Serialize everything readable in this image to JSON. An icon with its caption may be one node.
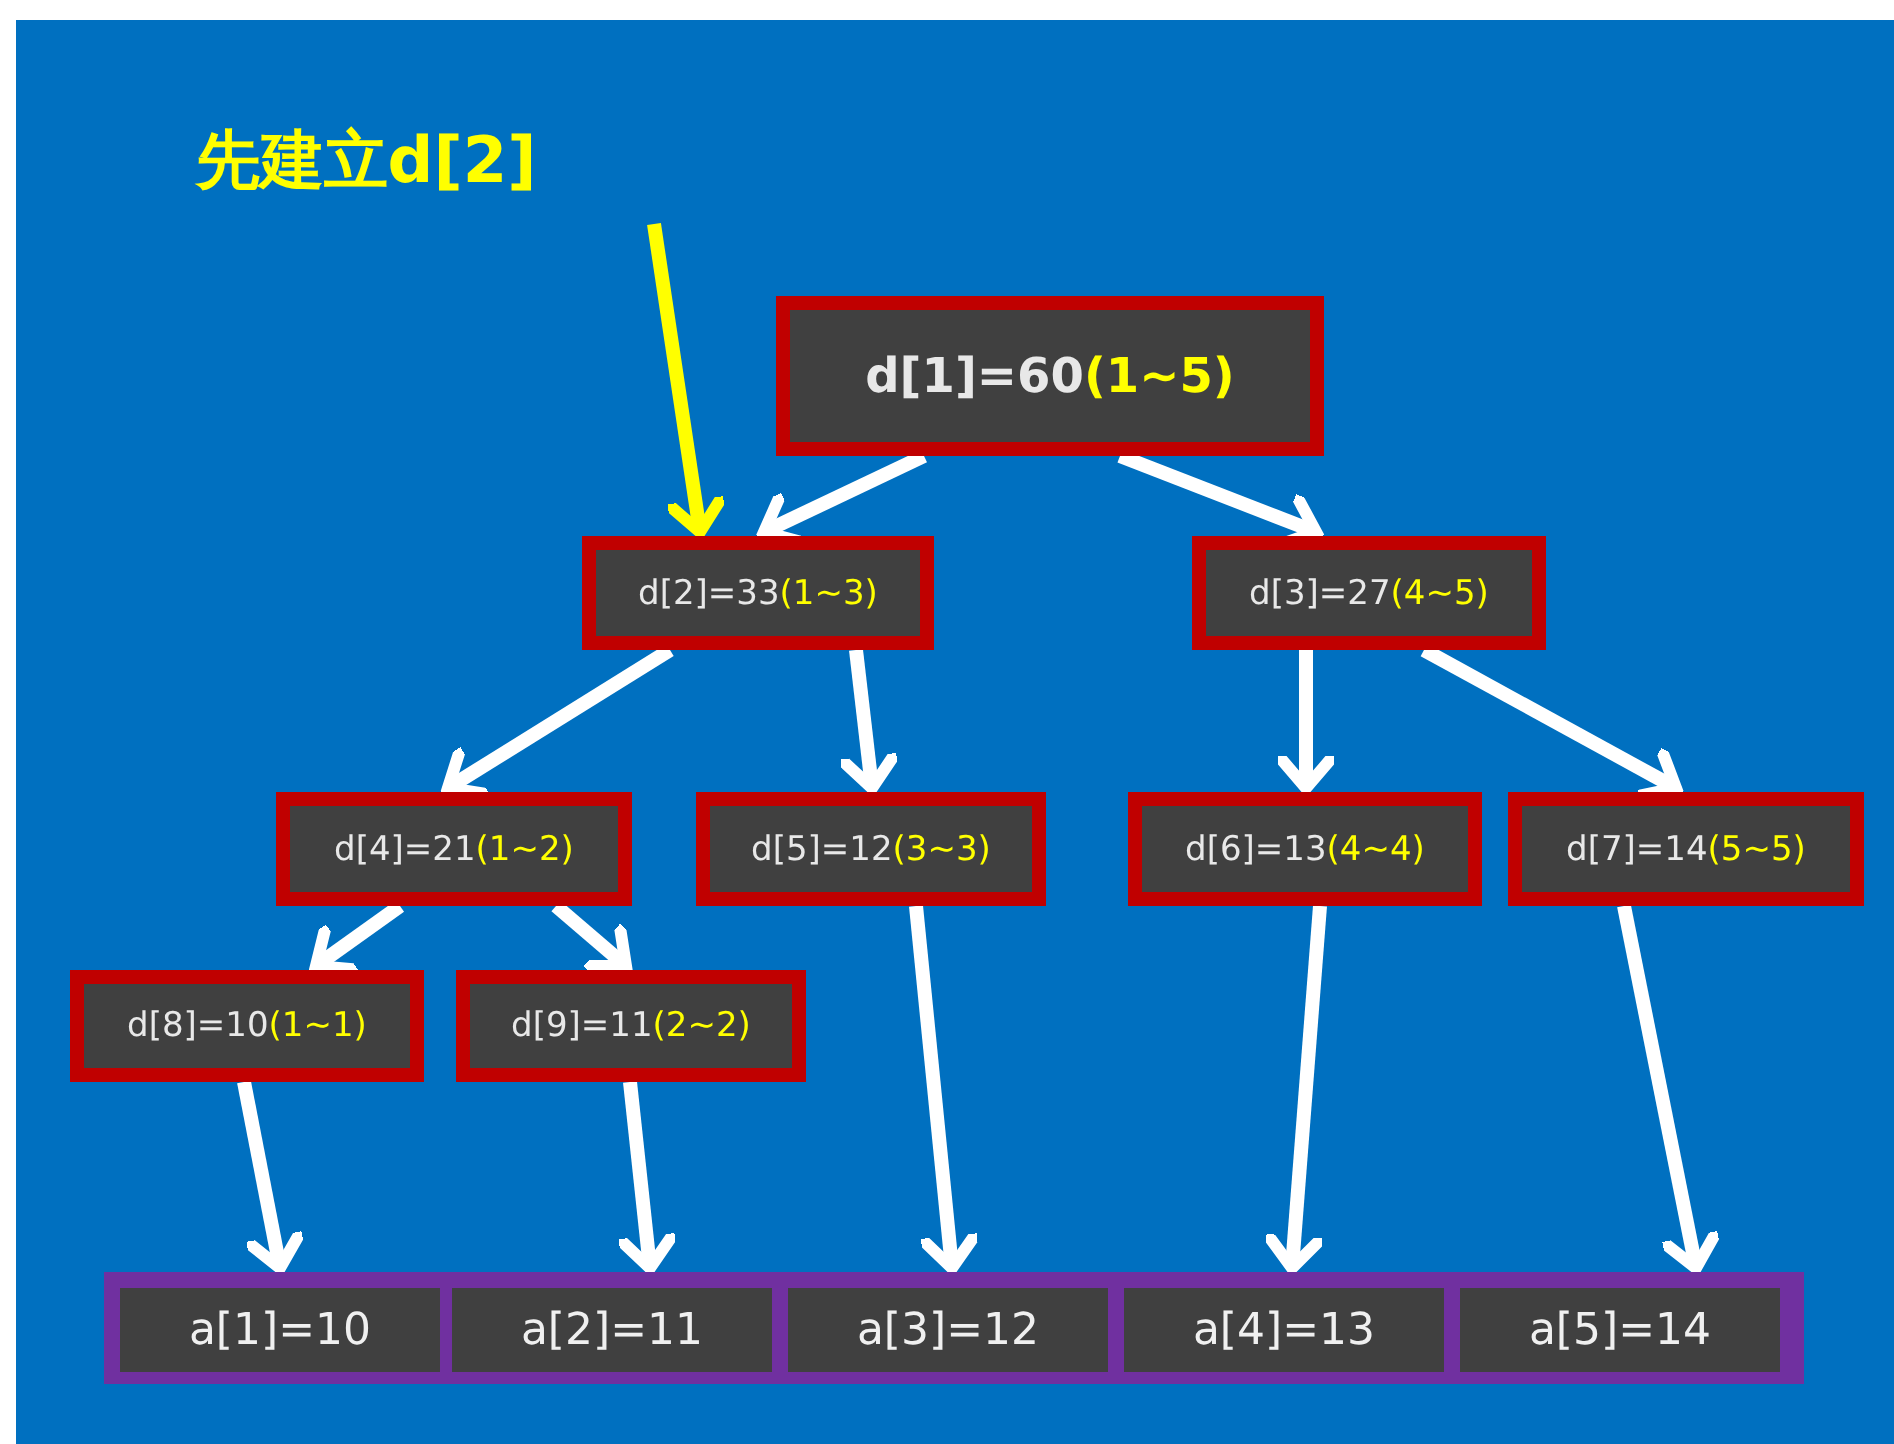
{
  "diagram": {
    "nodes": [
      {
        "text": [
          "先建立d[2]"
        ]
      },
      {
        "text": [
          "d[1]=60",
          "(1~5)"
        ]
      },
      {
        "text": [
          "d[2]=33",
          "(1~3)"
        ]
      },
      {
        "text": [
          "d[3]=27",
          "(4~5)"
        ]
      },
      {
        "text": [
          "d[4]=21",
          "(1~2)"
        ]
      },
      {
        "text": [
          "d[5]=12",
          "(3~3)"
        ]
      },
      {
        "text": [
          "d[6]=13",
          "(4~4)"
        ]
      },
      {
        "text": [
          "d[7]=14",
          "(5~5)"
        ]
      },
      {
        "text": [
          "d[8]=10",
          "(1~1)"
        ]
      },
      {
        "text": [
          "d[9]=11",
          "(2~2)"
        ]
      },
      {
        "text": [],
        "shape": "bar"
      },
      {
        "text": [
          "a[1]=10"
        ],
        "in": 10
      },
      {
        "text": [
          "a[2]=11"
        ],
        "in": 10
      },
      {
        "text": [
          "a[3]=12"
        ],
        "in": 10
      },
      {
        "text": [
          "a[4]=13"
        ],
        "in": 10
      },
      {
        "text": [
          "a[5]=14"
        ],
        "in": 10
      }
    ],
    "edges": [
      {
        "from": 0,
        "to": 2,
        "arrow": "to",
        "color": "#ffff00"
      },
      {
        "from": 1,
        "to": 2,
        "arrow": "to"
      },
      {
        "from": 1,
        "to": 3,
        "arrow": "to"
      },
      {
        "from": 2,
        "to": 4,
        "arrow": "to"
      },
      {
        "from": 2,
        "to": 5,
        "arrow": "to"
      },
      {
        "from": 3,
        "to": 6,
        "arrow": "to"
      },
      {
        "from": 3,
        "to": 7,
        "arrow": "to"
      },
      {
        "from": 4,
        "to": 8,
        "arrow": "to"
      },
      {
        "from": 4,
        "to": 9,
        "arrow": "to"
      },
      {
        "from": 8,
        "to": 11,
        "arrow": "to"
      },
      {
        "from": 9,
        "to": 12,
        "arrow": "to"
      },
      {
        "from": 5,
        "to": 13,
        "arrow": "to"
      },
      {
        "from": 6,
        "to": 14,
        "arrow": "to"
      },
      {
        "from": 7,
        "to": 15,
        "arrow": "to"
      }
    ]
  }
}
